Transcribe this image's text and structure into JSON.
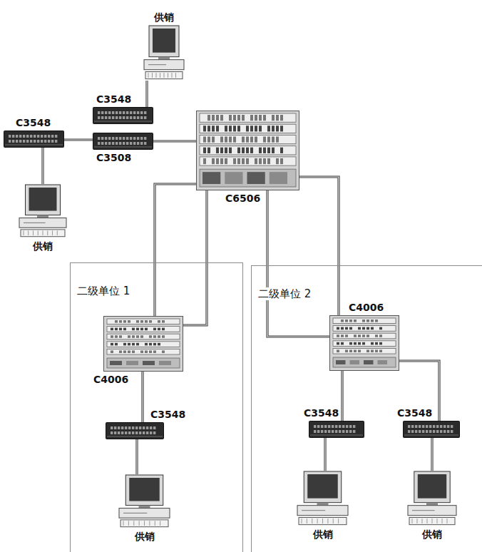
{
  "diagram": {
    "nodes": [
      {
        "text": [
          "供销"
        ]
      },
      {
        "text": [
          "C3548"
        ]
      },
      {
        "text": [
          "C3548"
        ]
      },
      {
        "text": [
          "C3508"
        ]
      },
      {
        "text": [
          "C6506"
        ]
      },
      {
        "text": [
          "供销"
        ]
      },
      {
        "text": [
          "二级单位 1"
        ]
      },
      {
        "text": [
          "C4006"
        ],
        "in": 6
      },
      {
        "text": [
          "C3548"
        ],
        "in": 6
      },
      {
        "text": [
          "供销"
        ],
        "in": 6
      },
      {
        "text": [
          "二级单位 2"
        ]
      },
      {
        "text": [
          "C4006"
        ],
        "in": 10
      },
      {
        "text": [
          "C3548"
        ],
        "in": 10
      },
      {
        "text": [
          "C3548"
        ],
        "in": 10
      },
      {
        "text": [
          "供销"
        ],
        "in": 10
      },
      {
        "text": [
          "供销"
        ],
        "in": 10
      }
    ],
    "edges": [
      {
        "from": 0,
        "to": 1,
        "arrow": "none"
      },
      {
        "from": 2,
        "to": 3,
        "arrow": "none"
      },
      {
        "from": 3,
        "to": 4,
        "arrow": "none"
      },
      {
        "from": 2,
        "to": 5,
        "arrow": "none"
      },
      {
        "from": 4,
        "to": 7,
        "arrow": "none"
      },
      {
        "from": 4,
        "to": 7,
        "arrow": "none"
      },
      {
        "from": 4,
        "to": 11,
        "arrow": "none"
      },
      {
        "from": 4,
        "to": 11,
        "arrow": "none"
      },
      {
        "from": 7,
        "to": 8,
        "arrow": "none"
      },
      {
        "from": 8,
        "to": 9,
        "arrow": "none"
      },
      {
        "from": 11,
        "to": 12,
        "arrow": "none"
      },
      {
        "from": 11,
        "to": 13,
        "arrow": "none"
      },
      {
        "from": 12,
        "to": 14,
        "arrow": "none"
      },
      {
        "from": 13,
        "to": 15,
        "arrow": "none"
      }
    ]
  }
}
